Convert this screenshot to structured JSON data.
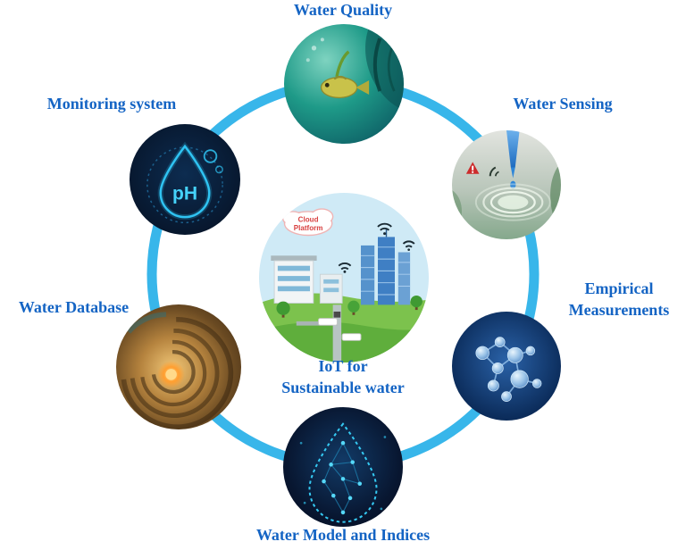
{
  "diagram": {
    "center": {
      "label_line1": "IoT for",
      "label_line2": "Sustainable water",
      "cloud_label_line1": "Cloud",
      "cloud_label_line2": "Platform"
    },
    "nodes": {
      "water_quality": {
        "label": "Water Quality"
      },
      "water_sensing": {
        "label": "Water Sensing"
      },
      "empirical_measurements": {
        "label_line1": "Empirical",
        "label_line2": "Measurements"
      },
      "water_model": {
        "label": "Water Model and Indices"
      },
      "water_database": {
        "label": "Water Database"
      },
      "monitoring_system": {
        "label": "Monitoring system",
        "ph_text": "pH"
      }
    },
    "colors": {
      "label_blue": "#1464c4",
      "ring_blue": "#38b6ea",
      "cloud_text_red": "#d84040",
      "neon_cyan": "#2fc3f2"
    }
  }
}
